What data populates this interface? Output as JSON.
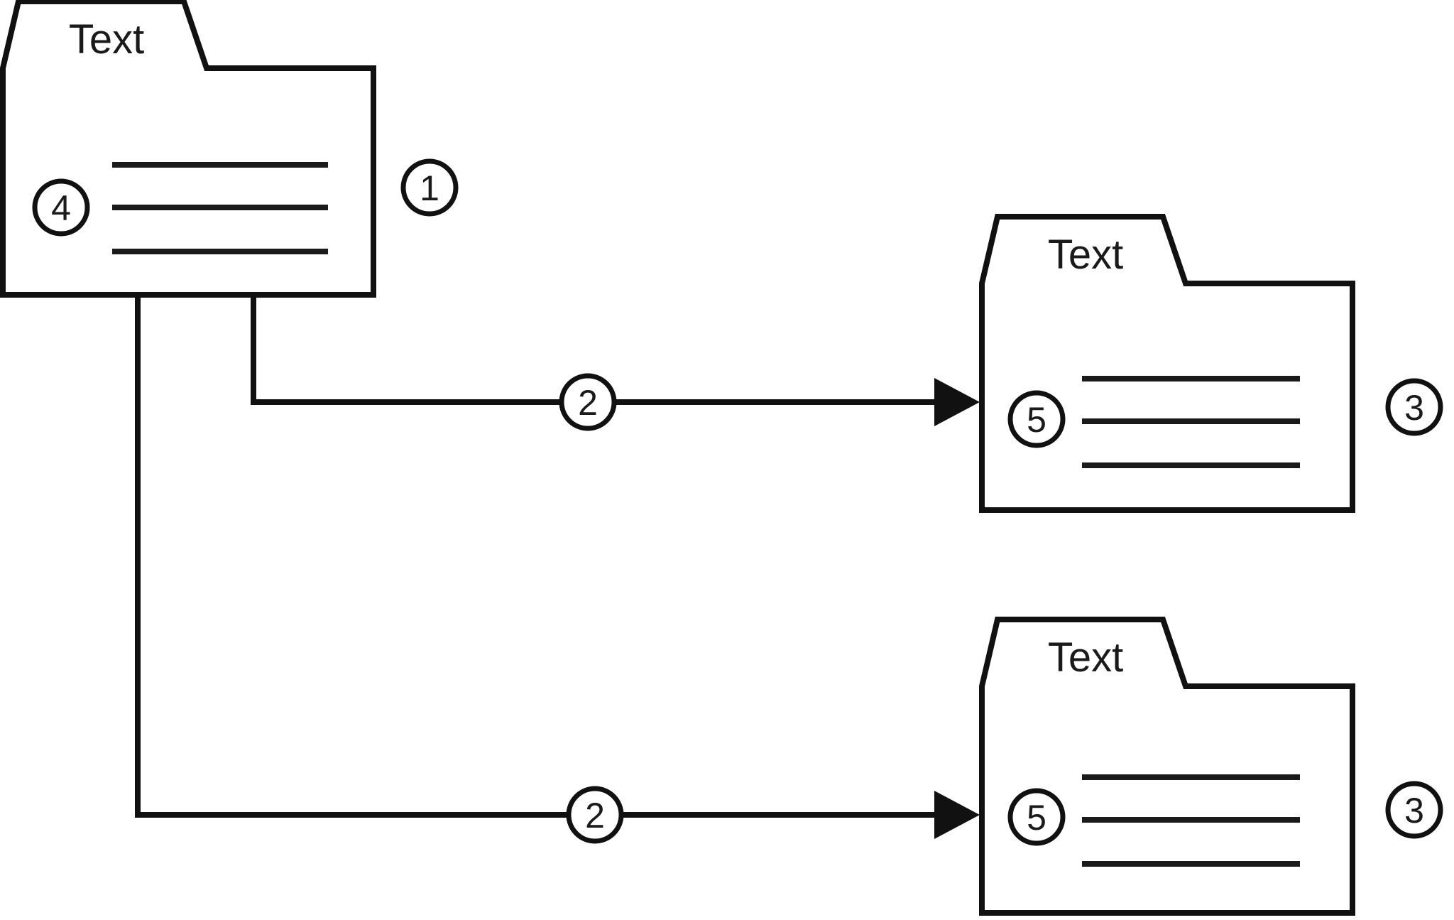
{
  "diagram": {
    "type": "folder-flow-diagram",
    "colors": {
      "stroke": "#111111",
      "background": "#ffffff",
      "text": "#1a1a1a"
    },
    "folders": [
      {
        "id": "source-folder",
        "label": "Text",
        "badge_inside": "4",
        "badge_outside": "1"
      },
      {
        "id": "target-folder-top",
        "label": "Text",
        "badge_inside": "5",
        "badge_outside": "3"
      },
      {
        "id": "target-folder-bottom",
        "label": "Text",
        "badge_inside": "5",
        "badge_outside": "3"
      }
    ],
    "connectors": [
      {
        "id": "arrow-to-top-target",
        "badge": "2",
        "direction": "right"
      },
      {
        "id": "arrow-to-bottom-target",
        "badge": "2",
        "direction": "right"
      }
    ]
  }
}
